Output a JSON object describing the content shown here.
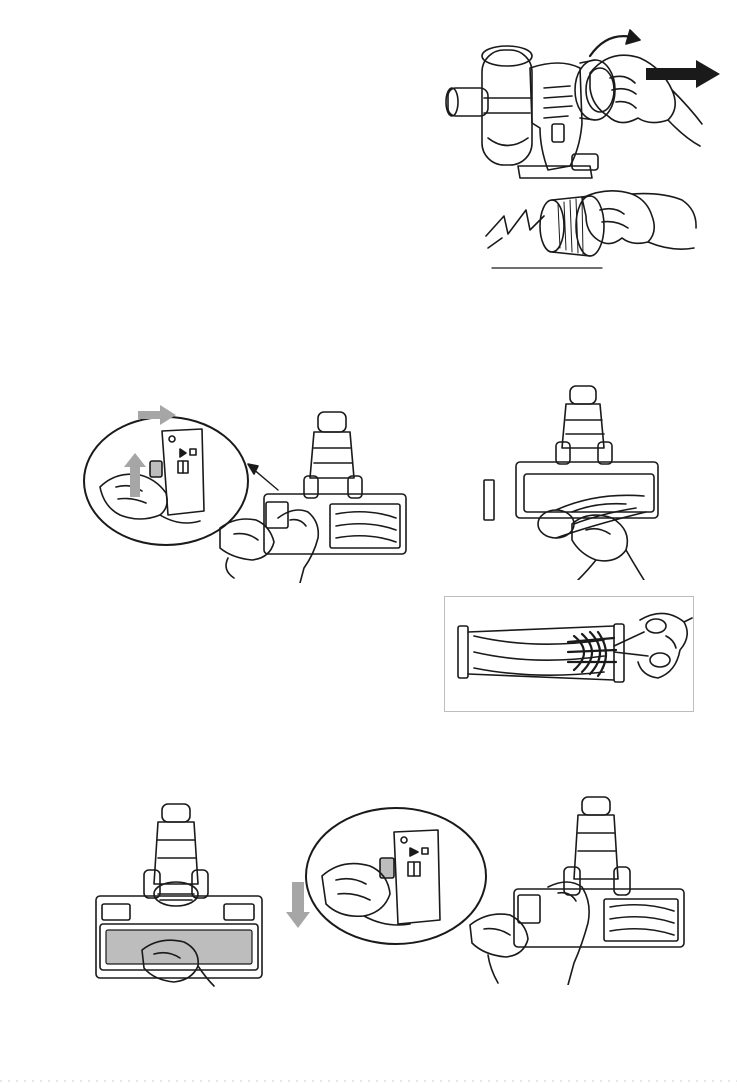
{
  "figures": [
    {
      "id": "handheld-filter-twist",
      "icon": "vacuum-handheld-filter-twist-illustration"
    },
    {
      "id": "filter-tap-clean",
      "icon": "filter-tap-clean-illustration"
    },
    {
      "id": "brush-latch-release-zoom",
      "icon": "brush-latch-release-zoom-illustration"
    },
    {
      "id": "brush-head-latch",
      "icon": "brush-head-latch-illustration"
    },
    {
      "id": "roller-removal",
      "icon": "roller-removal-illustration"
    },
    {
      "id": "roller-hair-cut",
      "icon": "roller-hair-cut-illustration"
    },
    {
      "id": "roller-reinsert",
      "icon": "roller-reinsert-illustration"
    },
    {
      "id": "latch-close-zoom",
      "icon": "latch-close-zoom-illustration"
    },
    {
      "id": "brush-head-reassembled",
      "icon": "brush-head-reassembled-illustration"
    }
  ],
  "colors": {
    "line": "#1a1a1a",
    "arrow_grey": "#a6a6a6",
    "panel_grey": "#bdbdbd",
    "background": "#ffffff"
  }
}
